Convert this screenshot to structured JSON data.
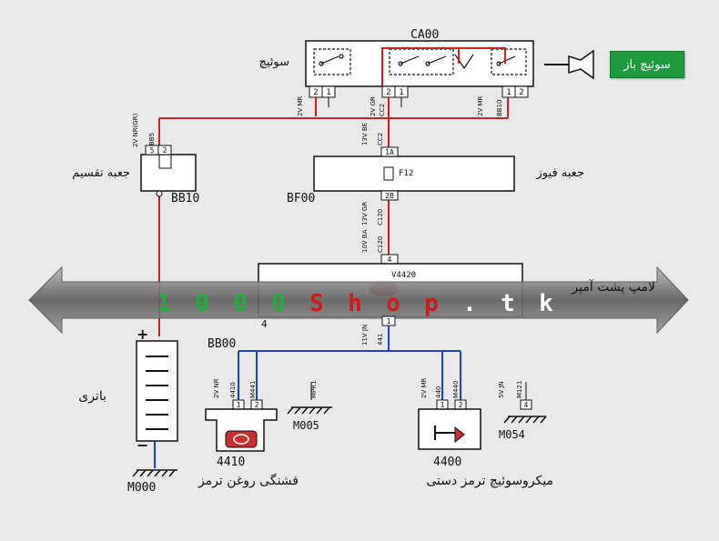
{
  "ignition": {
    "code": "CA00",
    "label": "سوئیچ",
    "pins_left": [
      "2",
      "1"
    ],
    "pins_mid": [
      "2",
      "1"
    ],
    "pins_right": [
      "1",
      "2"
    ]
  },
  "ignition_button": {
    "label": "سوئیچ باز"
  },
  "fusebox": {
    "code": "BF00",
    "label": "جعبه فیوز",
    "fuse": "F12",
    "pin_top": "1A",
    "pin_bottom": "2B"
  },
  "distribution": {
    "code": "BB10",
    "label": "جعبه تقسیم",
    "pins": [
      "5",
      "2"
    ]
  },
  "lamp": {
    "code": "V4420",
    "label": "لامپ پشت آمپر",
    "pin_top": "4",
    "pin_bottom": "1",
    "num": "4"
  },
  "battery": {
    "code": "BB00",
    "label": "باتری",
    "plus": "+",
    "minus": "−"
  },
  "oil_switch": {
    "code": "4410",
    "label": "فشنگی روغن ترمز",
    "pins": [
      "1",
      "2"
    ]
  },
  "micro_switch": {
    "code": "4400",
    "label": "میکروسوئیچ ترمز دستی",
    "pins": [
      "1",
      "2"
    ]
  },
  "grounds": {
    "g1": "M000",
    "g2": "M005",
    "g3": "M054",
    "g3_pin": "4"
  },
  "wires": {
    "w_mr_top": "2V MR",
    "w_gr_top": "2V GR",
    "w_cc2_top": "CC2",
    "w_mr_right": "2V MR",
    "w_bb10_right": "BB10",
    "w_nr_gr": "2V NR(GR)",
    "w_bb5": "BB5",
    "w_13v_be": "13V BE",
    "w_cc2b": "CC2",
    "w_13v_gr": "13V GR",
    "w_c120": "C120",
    "w_10v_ba": "10V BA",
    "w_c120b": "C120",
    "w_11v_jn": "11V JN",
    "w_441": "441",
    "w_2v_nr_a": "2V NR",
    "w_4410": "4410",
    "w_m441": "M441",
    "w_mpr1": "MPR1",
    "w_2v_mr": "2V MR",
    "w_440": "440",
    "w_m440": "M440",
    "w_5v_jn": "5V JN",
    "w_m121": "M121"
  },
  "banner": {
    "chars": [
      "1",
      "0",
      "0",
      "0",
      "S",
      "h",
      "o",
      "p",
      ".",
      "t",
      "k"
    ],
    "colors": [
      "#1fae3a",
      "#1fae3a",
      "#1fae3a",
      "#1fae3a",
      "#d01919",
      "#d01919",
      "#d01919",
      "#d01919",
      "#ffffff",
      "#ffffff",
      "#ffffff"
    ]
  }
}
